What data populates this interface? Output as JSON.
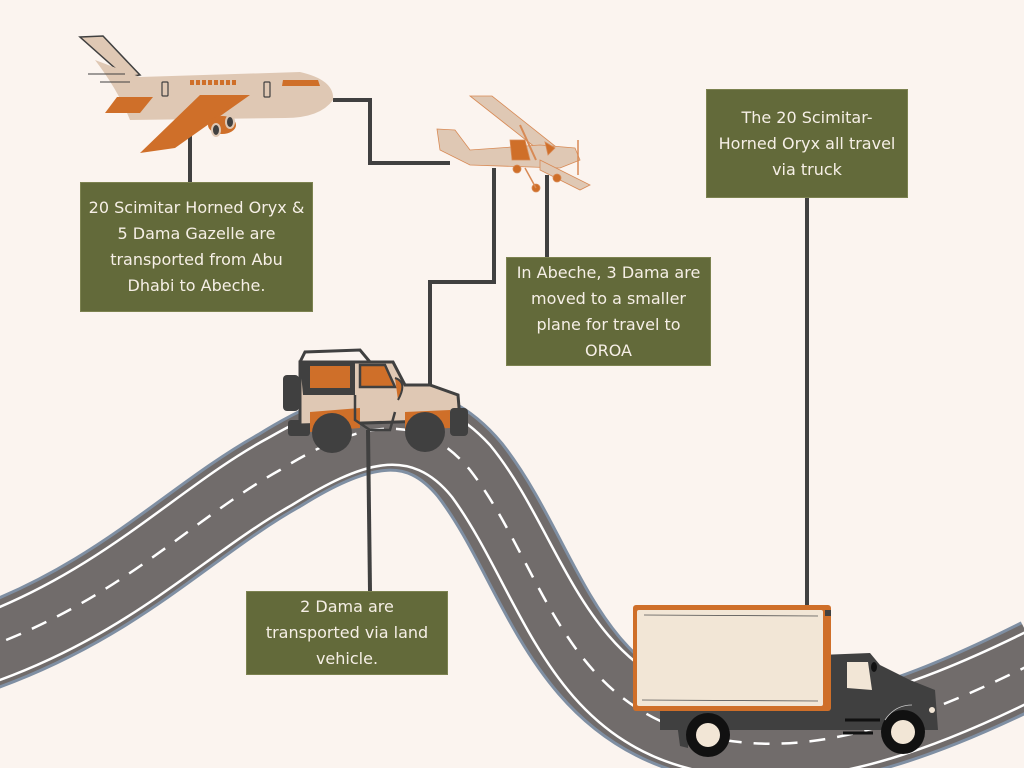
{
  "title": "Animal transport route infographic",
  "colors": {
    "background": "#fbf4ef",
    "box": "#636a3a",
    "box_text": "#f6efe6",
    "road": "#716c6b",
    "road_edge": "#7f8fa3",
    "connector": "#404040",
    "accent_orange": "#cf6f29",
    "beige": "#dfc8b4"
  },
  "stages": [
    {
      "id": "flight",
      "vehicle": "large-airplane",
      "text": "20 Scimitar Horned Oryx & 5 Dama Gazelle are transported from Abu Dhabi to Abeche."
    },
    {
      "id": "transfer",
      "vehicle": "small-propeller-plane",
      "text": "In Abeche, 3 Dama are moved to a smaller plane for travel to OROA"
    },
    {
      "id": "land",
      "vehicle": "jeep",
      "text": "2 Dama are transported via land vehicle."
    },
    {
      "id": "truck",
      "vehicle": "box-truck",
      "text": "The 20 Scimitar-Horned Oryx all travel via truck"
    }
  ]
}
